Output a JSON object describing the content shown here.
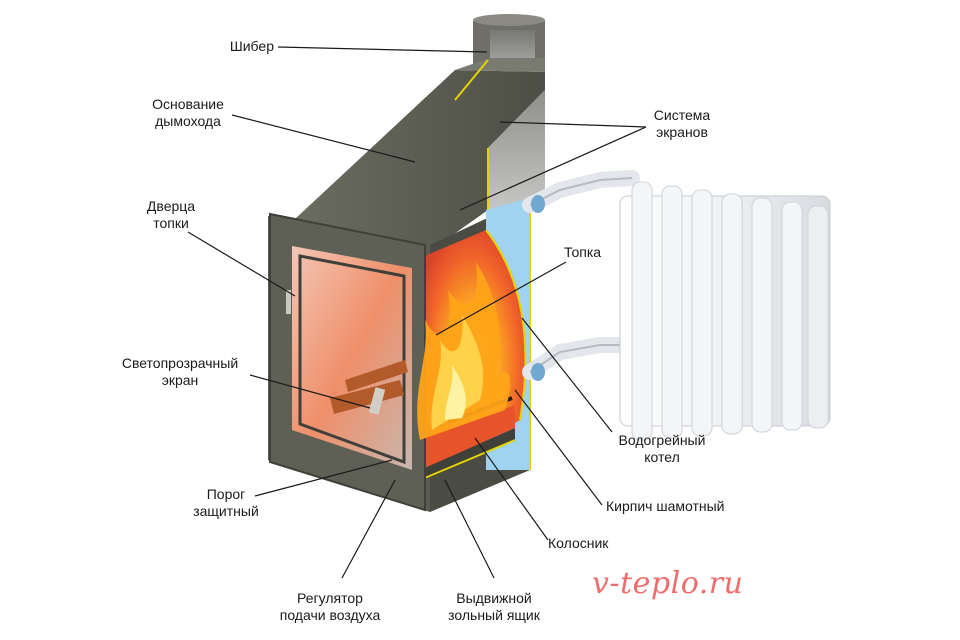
{
  "labels": {
    "shiber": "Шибер",
    "osnovanie": [
      "Основание",
      "дымохода"
    ],
    "dverca": [
      "Дверца",
      "топки"
    ],
    "svetoprozrachny": [
      "Светопрозрачный",
      "экран"
    ],
    "porog": [
      "Порог",
      "защитный"
    ],
    "regulator": [
      "Регулятор",
      "подачи воздуха"
    ],
    "vydvizhnoy": [
      "Выдвижной",
      "зольный ящик"
    ],
    "kolosnik": "Колосник",
    "kirpich": "Кирпич шамотный",
    "vodogreyny": [
      "Водогрейный",
      "котел"
    ],
    "topka": "Топка",
    "sistema": [
      "Система",
      "экранов"
    ]
  },
  "watermark": "v-teplo.ru",
  "colors": {
    "steel": "#5d5e52",
    "steel_dark": "#3f403a",
    "flame": "#ff9a1a",
    "firebrick": "#e8542a",
    "water": "#9fd3ef",
    "outline": "#e6d400",
    "watermark": "#ef6d6d"
  }
}
